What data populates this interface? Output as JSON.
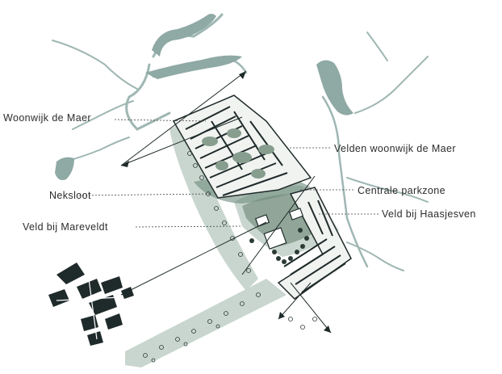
{
  "labels": {
    "woonwijk_de_maer": "Woonwijk de Maer",
    "neksloot": "Neksloot",
    "veld_bij_mareveldt": "Veld bij Mareveldt",
    "velden_woonwijk_de_maer": "Velden woonwijk de Maer",
    "centrale_parkzone": "Centrale parkzone",
    "veld_bij_haasjesven": "Veld bij Haasjesven"
  },
  "colors": {
    "water": "#8fa9a4",
    "water_line": "#9fb7b3",
    "park": "#c9d6cf",
    "park_dark": "#6d8a7b",
    "green_mass": "#879d8e",
    "buildings": "#1f2a2a",
    "text": "#2c2c2c"
  }
}
